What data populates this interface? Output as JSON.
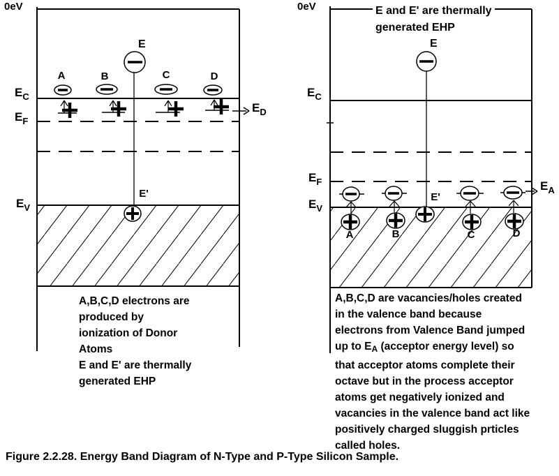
{
  "caption": "Figure 2.2.28. Energy Band Diagram of N-Type and P-Type Silicon Sample.",
  "icons": {
    "electron": "circled-minus",
    "hole": "circled-plus",
    "ionization": "up-arrow",
    "level_pointer": "right-arrow"
  },
  "left": {
    "origin": "0eV",
    "levels": {
      "ec": {
        "main": "E",
        "sub": "C"
      },
      "ef": {
        "main": "E",
        "sub": "F"
      },
      "ev": {
        "main": "E",
        "sub": "V"
      },
      "ed": {
        "main": "E",
        "sub": "D"
      }
    },
    "electron_labels": [
      "A",
      "B",
      "C",
      "D"
    ],
    "ehp_electron": "E",
    "ehp_hole": "E'",
    "note_lines": [
      [
        "A,B,C,D electrons are"
      ],
      [
        "produced by"
      ],
      [
        "ionization of Donor"
      ],
      [
        "Atoms"
      ],
      [
        "E and E' are thermally"
      ],
      [
        "generated EHP"
      ]
    ]
  },
  "right": {
    "origin": "0eV",
    "header_lines": [
      "E and E' are thermally",
      "generated EHP"
    ],
    "levels": {
      "ec": {
        "main": "E",
        "sub": "C"
      },
      "ef": {
        "main": "E",
        "sub": "F"
      },
      "ev": {
        "main": "E",
        "sub": "V"
      },
      "ea": {
        "main": "E",
        "sub": "A"
      }
    },
    "hole_labels": [
      "A",
      "B",
      "C",
      "D"
    ],
    "ehp_electron": "E",
    "ehp_hole": "E'",
    "note_lines": [
      [
        "A,B,C,D are vacancies/holes created"
      ],
      [
        "in the valence band because"
      ],
      [
        "electrons from Valence Band jumped"
      ],
      [
        "up to E",
        {
          "sub": "A"
        },
        "  (acceptor energy level) so"
      ],
      [
        "that acceptor atoms complete their"
      ],
      [
        "octave but in the process acceptor"
      ],
      [
        "atoms get negatively ionized and"
      ],
      [
        "vacancies in the valence band act like"
      ],
      [
        "positively charged sluggish prticles"
      ],
      [
        "called holes."
      ]
    ]
  }
}
